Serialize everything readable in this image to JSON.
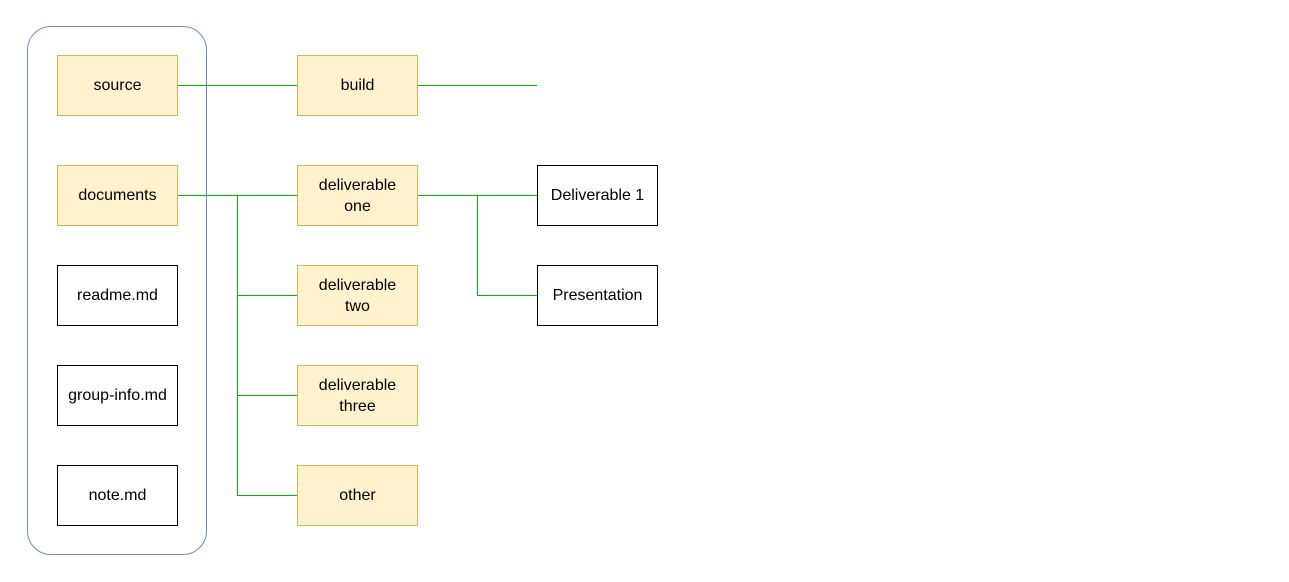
{
  "nodes": {
    "source": "source",
    "documents": "documents",
    "readme": "readme.md",
    "group_info": "group-info.md",
    "note": "note.md",
    "build": "build",
    "deliverable_one": "deliverable\none",
    "deliverable_two": "deliverable\ntwo",
    "deliverable_three": "deliverable\nthree",
    "other": "other",
    "deliverable_1": "Deliverable 1",
    "presentation": "Presentation"
  },
  "colors": {
    "folder_fill": "#fff2cc",
    "folder_border": "#d6b656",
    "file_border": "#000000",
    "connector": "#00bb00",
    "group_border": "#6c8ebf"
  }
}
